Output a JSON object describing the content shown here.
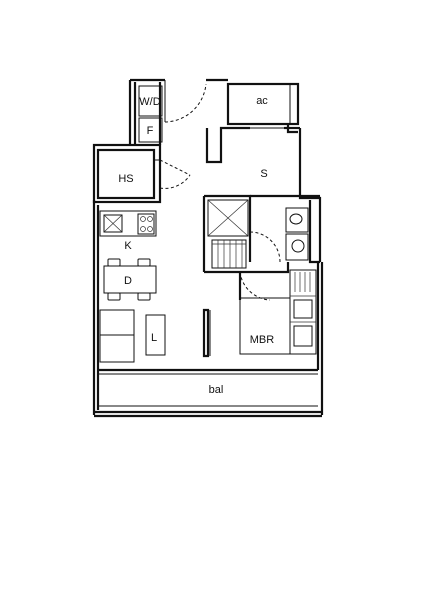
{
  "floorplan": {
    "rooms": {
      "washer_dryer": "W/D",
      "fridge": "F",
      "aircon_ledge": "ac",
      "household_shelter": "HS",
      "study": "S",
      "kitchen": "K",
      "dining": "D",
      "living": "L",
      "master_bedroom": "MBR",
      "balcony": "bal"
    }
  }
}
